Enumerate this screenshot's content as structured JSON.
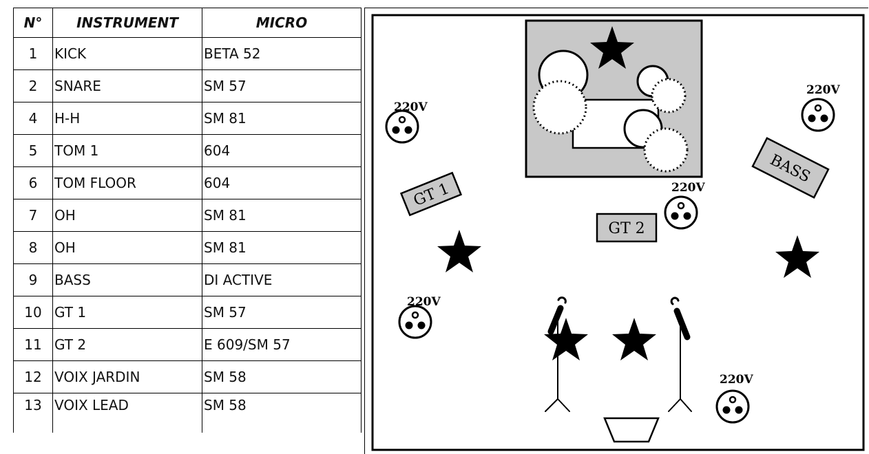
{
  "table": {
    "headers": {
      "num": "N°",
      "instrument": "INSTRUMENT",
      "micro": "MICRO"
    },
    "rows": [
      {
        "num": "1",
        "instrument": "KICK",
        "micro": "BETA 52"
      },
      {
        "num": "2",
        "instrument": "SNARE",
        "micro": "SM 57"
      },
      {
        "num": "4",
        "instrument": "H-H",
        "micro": "SM 81"
      },
      {
        "num": "5",
        "instrument": "TOM 1",
        "micro": " 604"
      },
      {
        "num": "6",
        "instrument": "TOM FLOOR",
        "micro": " 604"
      },
      {
        "num": "7",
        "instrument": "OH",
        "micro": " SM 81"
      },
      {
        "num": "8",
        "instrument": "OH",
        "micro": " SM 81"
      },
      {
        "num": "9",
        "instrument": "BASS",
        "micro": "DI ACTIVE"
      },
      {
        "num": "10",
        "instrument": "GT 1",
        "micro": "SM 57"
      },
      {
        "num": "11",
        "instrument": "GT 2",
        "micro": "E 609/SM 57"
      },
      {
        "num": "12",
        "instrument": "VOIX JARDIN",
        "micro": "SM 58"
      },
      {
        "num": "13",
        "instrument": "VOIX LEAD",
        "micro": "SM 58"
      }
    ]
  },
  "stage": {
    "power_label": "220V",
    "gt1_label": "GT 1",
    "gt2_label": "GT 2",
    "bass_label": "BASS",
    "drum_riser_color": "#c8c8c8"
  }
}
